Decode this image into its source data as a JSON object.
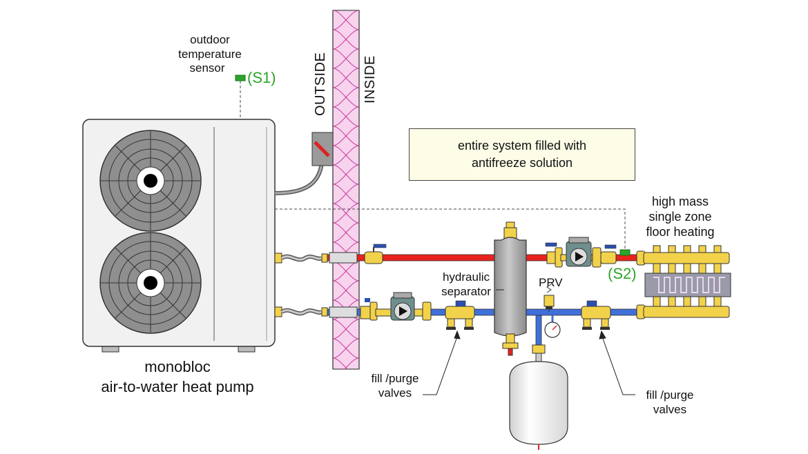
{
  "labels": {
    "sensor_line1": "outdoor",
    "sensor_line2": "temperature",
    "sensor_line3": "sensor",
    "s1": "(S1)",
    "s2": "(S2)",
    "outside": "OUTSIDE",
    "inside": "INSIDE",
    "note_line1": "entire system filled with",
    "note_line2": "antifreeze solution",
    "floor_line1": "high mass",
    "floor_line2": "single zone",
    "floor_line3": "floor heating",
    "hydraulic_line1": "hydraulic",
    "hydraulic_line2": "separator",
    "prv": "PRV",
    "fill_left_line1": "fill /purge",
    "fill_left_line2": "valves",
    "fill_right_line1": "fill /purge",
    "fill_right_line2": "valves",
    "hp_line1": "monobloc",
    "hp_line2": "air-to-water heat pump"
  },
  "colors": {
    "supply_pipe": "#e8231d",
    "return_pipe": "#3f6fd8",
    "brass": "#f2d24a",
    "wall_fill": "#f7d3ee",
    "insulation_curve": "#c9419e",
    "unit_body": "#f1f1f1",
    "fan": "#8f8f8f",
    "sensor_label": "#2aa52a",
    "note_fill": "#fdfce6"
  }
}
